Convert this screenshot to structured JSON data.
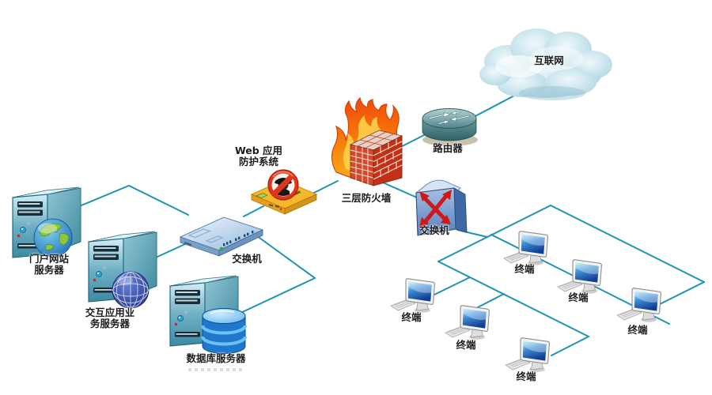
{
  "diagram": {
    "type": "network-topology",
    "language": "zh-CN",
    "colors": {
      "connection_line": "#1f93b4",
      "label_text": "#1b1b1b",
      "firewall_brick": "#c23018",
      "waf_body": "#f6b82a",
      "server_body": "#4e98ad",
      "switch_body": "#7aa0c8"
    }
  },
  "nodes": {
    "internet": {
      "label": "互联网",
      "icon": "cloud-icon"
    },
    "router": {
      "label": "路由器",
      "icon": "router-icon"
    },
    "firewall": {
      "label": "三层防火墙",
      "icon": "firewall-brick-fire-icon"
    },
    "waf": {
      "label_line1": "Web 应用",
      "label_line2": "防护系统",
      "icon": "waf-appliance-icon"
    },
    "switch_left": {
      "label": "交换机",
      "icon": "switch-flat-icon"
    },
    "switch_right": {
      "label": "交换机",
      "icon": "switch-cube-arrows-icon"
    },
    "server_portal": {
      "label_line1": "门户网站",
      "label_line2": "服务器",
      "icon": "server-tower-globe-icon"
    },
    "server_app": {
      "label_line1": "交互应用业",
      "label_line2": "务服务器",
      "icon": "server-tower-wireglobe-icon"
    },
    "server_db": {
      "label": "数据库服务器",
      "icon": "server-tower-database-icon"
    },
    "terminals": [
      {
        "label": "终端"
      },
      {
        "label": "终端"
      },
      {
        "label": "终端"
      },
      {
        "label": "终端"
      },
      {
        "label": "终端"
      },
      {
        "label": "终端"
      }
    ]
  }
}
